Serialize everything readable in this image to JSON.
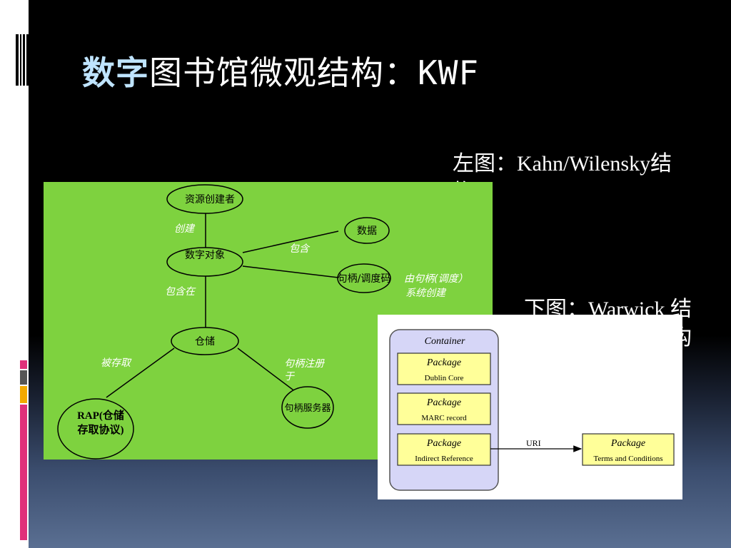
{
  "slide": {
    "title_accent": "数字",
    "title_cn": "图书馆微观结构：",
    "title_latin": "KWF",
    "caption_left": [
      "左图：Kahn/Wilensky结",
      "构"
    ],
    "caption_bottom": [
      "下图：Warwick 结",
      "构"
    ]
  },
  "kw_diagram": {
    "nodes": {
      "creator": "资源创建者",
      "digital_object": "数字对象",
      "data": "数据",
      "handle": "句柄/调度码",
      "repository": "仓储",
      "rap": [
        "RAP(仓储",
        "存取协议)"
      ],
      "handle_server": "句柄服务器"
    },
    "edges": {
      "create": "创建",
      "contain": "包含",
      "handle_note": [
        "由句柄(调度）",
        "系统创建"
      ],
      "contained_in": "包含在",
      "accessed": "被存取",
      "registered": [
        "句柄注册",
        "于"
      ]
    },
    "colors": {
      "background": "#7ed23f"
    }
  },
  "warwick_diagram": {
    "container_label": "Container",
    "packages": [
      {
        "title": "Package",
        "subtitle": "Dublin Core"
      },
      {
        "title": "Package",
        "subtitle": "MARC record"
      },
      {
        "title": "Package",
        "subtitle": "Indirect Reference"
      }
    ],
    "arrow_label": "URI",
    "external_package": {
      "title": "Package",
      "subtitle": "Terms and Conditions"
    },
    "colors": {
      "container": "#d6d6f7",
      "package": "#ffff99"
    }
  }
}
